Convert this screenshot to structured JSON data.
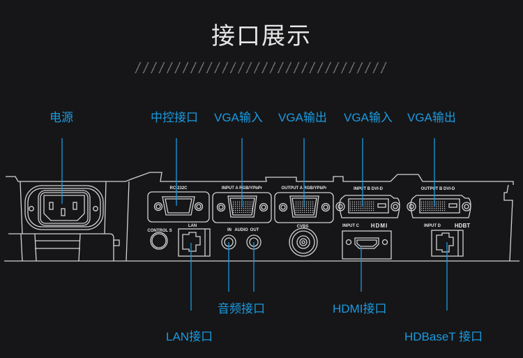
{
  "header": {
    "title": "接口展示"
  },
  "colors": {
    "background": "#161618",
    "accent": "#1a9be0",
    "line_art": "#d9d9d9"
  },
  "top_labels": [
    {
      "id": "power",
      "text": "电源"
    },
    {
      "id": "rs232",
      "text": "中控接口"
    },
    {
      "id": "vga-in-a",
      "text": "VGA输入"
    },
    {
      "id": "vga-out-a",
      "text": "VGA输出"
    },
    {
      "id": "vga-in-b",
      "text": "VGA输入"
    },
    {
      "id": "vga-out-b",
      "text": "VGA输出"
    }
  ],
  "bottom_labels": [
    {
      "id": "audio",
      "text": "音频接口"
    },
    {
      "id": "hdmi",
      "text": "HDMI接口"
    },
    {
      "id": "lan",
      "text": "LAN接口"
    },
    {
      "id": "hdbaset",
      "text": "HDBaseT 接口"
    }
  ],
  "panel_markings": {
    "rs232": "RC-232C",
    "input_a": "INPUT A RGB/YPbPr",
    "output_a": "OUTPUT A RGB/YPbPr",
    "input_b": "INPUT B DVI-D",
    "output_b": "OUTPUT B DVI-D",
    "control_s": "CONTROL S",
    "lan": "LAN",
    "audio_in": "IN",
    "audio": "AUDIO",
    "audio_out": "OUT",
    "cvbs": "CVBS",
    "input_c": "INPUT C",
    "hdmi_logo": "HDMI",
    "input_d": "INPUT D",
    "hdbt_logo": "HDBT"
  }
}
